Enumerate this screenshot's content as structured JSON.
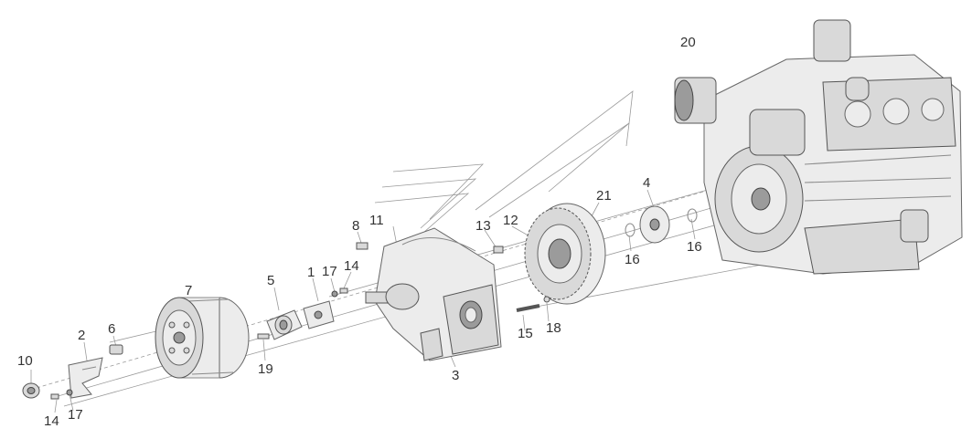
{
  "callouts": {
    "c1": "1",
    "c2": "2",
    "c3": "3",
    "c4": "4",
    "c5": "5",
    "c6": "6",
    "c7": "7",
    "c8": "8",
    "c10": "10",
    "c11": "11",
    "c12": "12",
    "c13": "13",
    "c14a": "14",
    "c14b": "14",
    "c15": "15",
    "c16a": "16",
    "c16b": "16",
    "c17a": "17",
    "c17b": "17",
    "c18": "18",
    "c19": "19",
    "c20": "20",
    "c21": "21"
  }
}
